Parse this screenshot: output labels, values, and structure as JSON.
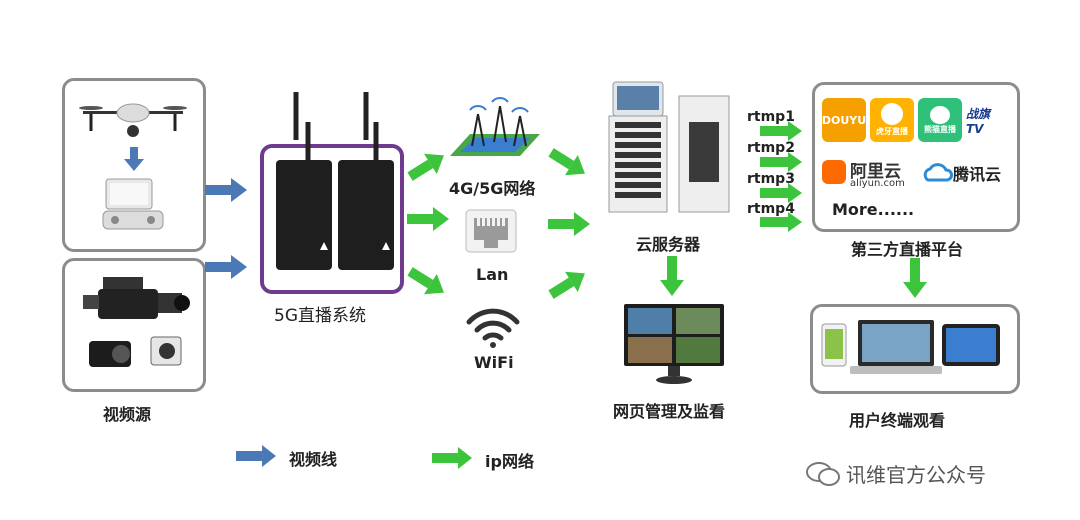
{
  "sources": {
    "label": "视频源"
  },
  "encoder": {
    "label": "5G直播系统"
  },
  "networks": {
    "cellular": "4G/5G网络",
    "lan": "Lan",
    "wifi": "WiFi"
  },
  "cloud": {
    "label": "云服务器"
  },
  "web": {
    "label": "网页管理及监看"
  },
  "rtmp": [
    "rtmp1",
    "rtmp2",
    "rtmp3",
    "rtmp4"
  ],
  "platforms": {
    "label": "第三方直播平台",
    "douyu": "DOUYU",
    "huya": "虎牙直播",
    "panda": "熊猫直播",
    "zhanqi": "战旗TV",
    "aliyun_cn": "阿里云",
    "aliyun_en": "aliyun.com",
    "tencent": "腾讯云",
    "more": "More......"
  },
  "terminals": {
    "label": "用户终端观看"
  },
  "legend": {
    "video_line": "视频线",
    "ip_network": "ip网络"
  },
  "watermark": {
    "text": "讯维官方公众号"
  },
  "colors": {
    "video_arrow": "#4a79b5",
    "ip_arrow": "#3cc43c",
    "encoder_border": "#6e3b8e",
    "box_border": "#8c8c8c"
  }
}
